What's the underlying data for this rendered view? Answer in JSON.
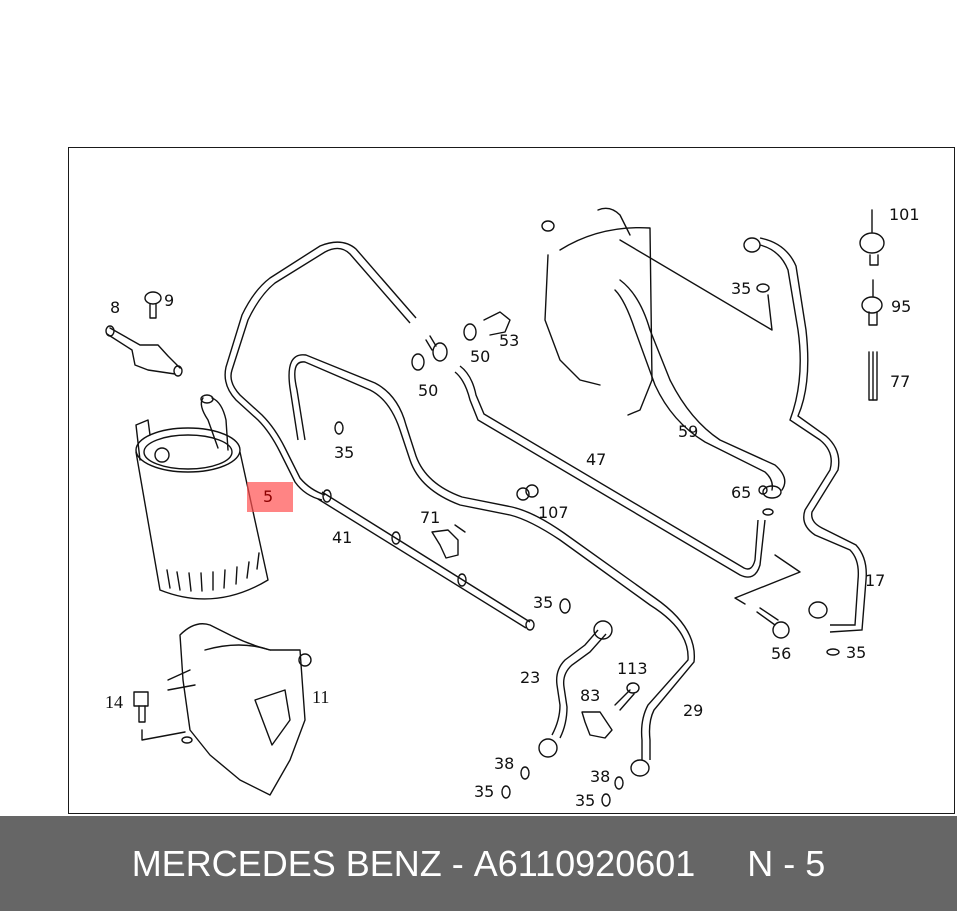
{
  "footer": {
    "brand": "MERCEDES BENZ",
    "separator": "-",
    "part_number": "A6110920601",
    "position_label": "N - 5"
  },
  "diagram": {
    "highlighted_callout": "5",
    "highlight_color": "#ff5050",
    "footer_bg": "#666666",
    "callouts": [
      {
        "id": "c8",
        "label": "8"
      },
      {
        "id": "c9",
        "label": "9"
      },
      {
        "id": "c50a",
        "label": "50"
      },
      {
        "id": "c50b",
        "label": "50"
      },
      {
        "id": "c53",
        "label": "53"
      },
      {
        "id": "c101",
        "label": "101"
      },
      {
        "id": "c35a",
        "label": "35"
      },
      {
        "id": "c95",
        "label": "95"
      },
      {
        "id": "c77",
        "label": "77"
      },
      {
        "id": "c59",
        "label": "59"
      },
      {
        "id": "c47",
        "label": "47"
      },
      {
        "id": "c35b",
        "label": "35"
      },
      {
        "id": "c65",
        "label": "65"
      },
      {
        "id": "c107",
        "label": "107"
      },
      {
        "id": "c71",
        "label": "71"
      },
      {
        "id": "c41",
        "label": "41"
      },
      {
        "id": "c17",
        "label": "17"
      },
      {
        "id": "c35c",
        "label": "35"
      },
      {
        "id": "c56",
        "label": "56"
      },
      {
        "id": "c35d",
        "label": "35"
      },
      {
        "id": "c113",
        "label": "113"
      },
      {
        "id": "c23",
        "label": "23"
      },
      {
        "id": "c83",
        "label": "83"
      },
      {
        "id": "c29",
        "label": "29"
      },
      {
        "id": "c14",
        "label": "14"
      },
      {
        "id": "c11",
        "label": "11"
      },
      {
        "id": "c38a",
        "label": "38"
      },
      {
        "id": "c35e",
        "label": "35"
      },
      {
        "id": "c38b",
        "label": "38"
      },
      {
        "id": "c35f",
        "label": "35"
      }
    ]
  }
}
